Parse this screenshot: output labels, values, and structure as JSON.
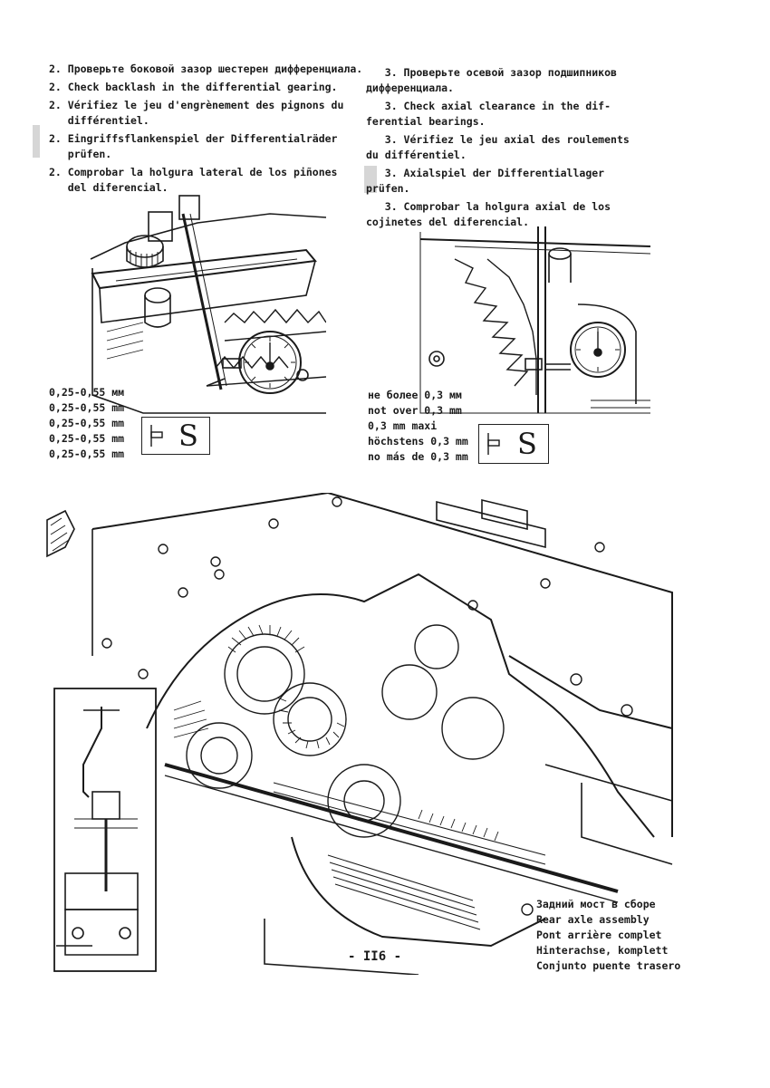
{
  "left_block": {
    "lines": [
      "2. Проверьте боковой зазор шестерен дифференциала.",
      "2. Check backlash in the differential gearing.",
      "2. Vérifiez le jeu d'engrènement des pignons du\n   différentiel.",
      "2. Eingriffsflankenspiel der Differentialräder\n   prüfen.",
      "2. Comprobar la holgura lateral de los piñones\n   del diferencial."
    ],
    "specs": [
      "0,25-0,55 мм",
      "0,25-0,55 mm",
      "0,25-0,55 mm",
      "0,25-0,55 mm",
      "0,25-0,55 mm"
    ],
    "tool_letter": "S"
  },
  "right_block": {
    "lines": [
      "   3. Проверьте осевой зазор подшипников\nдифференциала.",
      "   3. Check axial clearance in the dif-\nferential bearings.",
      "   3. Vérifiez le jeu axial des roulements\ndu différentiel.",
      "   3. Axialspiel der Differentiallager\nprüfen.",
      "   3. Comprobar la holgura axial de los\ncojinetes del diferencial."
    ],
    "specs": [
      "не более 0,3 мм",
      "not over 0,3 mm",
      "0,3 mm maxi",
      "höchstens 0,3 mm",
      "no más de 0,3 mm"
    ],
    "tool_letter": "S"
  },
  "caption": {
    "lines": [
      "Задний мост в сборе",
      "Rear axle assembly",
      "Pont arrière complet",
      "Hinterachse, komplett",
      "Conjunto puente trasero"
    ]
  },
  "page_number": "- II6 -",
  "colors": {
    "ink": "#1a1a1a",
    "paper": "#ffffff"
  }
}
